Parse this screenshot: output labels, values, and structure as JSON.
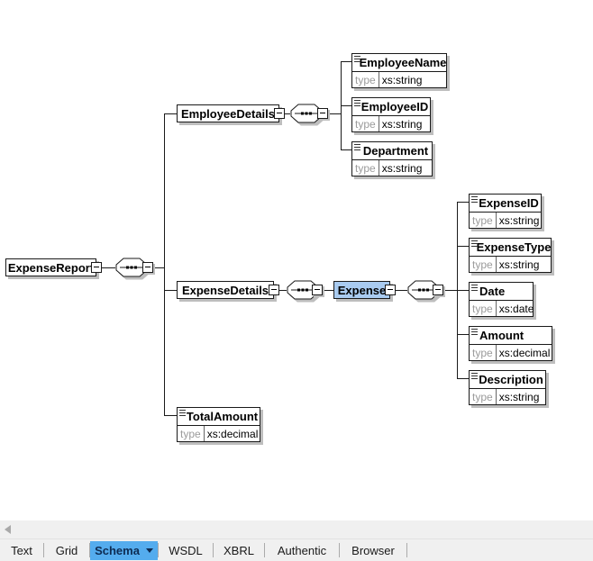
{
  "labels": {
    "type": "type"
  },
  "colors": {
    "selected_node_fill": "#A9CBF0",
    "selected_tab_fill": "#54ACEE",
    "node_shadow": "#BEBEBE",
    "connector": "#1A1A1A"
  },
  "schema": {
    "compositor_type": "sequence",
    "elements": [
      {
        "name": "ExpenseReport"
      },
      {
        "name": "EmployeeDetails"
      },
      {
        "name": "EmployeeName",
        "type": "xs:string"
      },
      {
        "name": "EmployeeID",
        "type": "xs:string"
      },
      {
        "name": "Department",
        "type": "xs:string"
      },
      {
        "name": "ExpenseDetails"
      },
      {
        "name": "Expense",
        "selected": true
      },
      {
        "name": "ExpenseID",
        "type": "xs:string"
      },
      {
        "name": "ExpenseType",
        "type": "xs:string"
      },
      {
        "name": "Date",
        "type": "xs:date"
      },
      {
        "name": "Amount",
        "type": "xs:decimal"
      },
      {
        "name": "Description",
        "type": "xs:string"
      },
      {
        "name": "TotalAmount",
        "type": "xs:decimal"
      }
    ]
  },
  "tabs": [
    {
      "label": "Text",
      "selected": false
    },
    {
      "label": "Grid",
      "selected": false
    },
    {
      "label": "Schema",
      "selected": true
    },
    {
      "label": "WSDL",
      "selected": false
    },
    {
      "label": "XBRL",
      "selected": false
    },
    {
      "label": "Authentic",
      "selected": false
    },
    {
      "label": "Browser",
      "selected": false
    }
  ]
}
